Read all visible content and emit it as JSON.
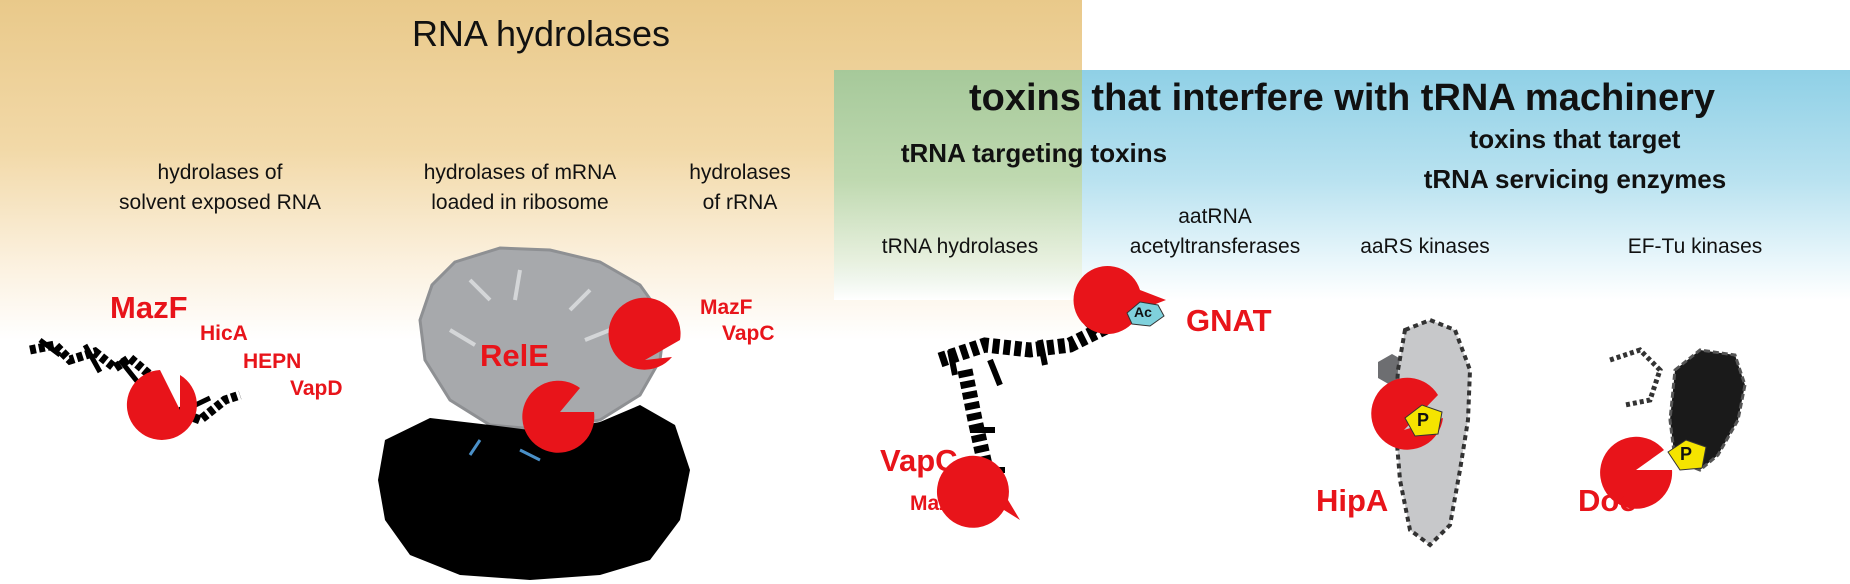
{
  "titles": {
    "rna_hydrolases": "RNA hydrolases",
    "trna_machinery": "toxins that interfere with tRNA machinery",
    "trna_targeting": "tRNA targeting toxins",
    "servicing_line1": "toxins that target",
    "servicing_line2": "tRNA servicing enzymes"
  },
  "categories": {
    "solvent_line1": "hydrolases of",
    "solvent_line2": "solvent exposed RNA",
    "ribosome_line1": "hydrolases of mRNA",
    "ribosome_line2": "loaded in ribosome",
    "rrna_line1": "hydrolases",
    "rrna_line2": "of rRNA",
    "trna_hydrolases": "tRNA hydrolases",
    "acetyl_line1": "aatRNA",
    "acetyl_line2": "acetyltransferases",
    "aars_kinases": "aaRS kinases",
    "eftu_kinases": "EF-Tu kinases"
  },
  "toxins": {
    "mazf_solvent": "MazF",
    "hica": "HicA",
    "hepn": "HEPN",
    "vapd": "VapD",
    "rele": "RelE",
    "mazf_rrna": "MazF",
    "vapc_rrna": "VapC",
    "gnat": "GNAT",
    "vapc_trna": "VapC",
    "mazf_trna": "MazF",
    "hipa": "HipA",
    "doc": "Doc"
  },
  "tags": {
    "acetyl": "Ac",
    "phospho_hipa": "P",
    "phospho_doc": "P"
  },
  "colors": {
    "toxin_red": "#e8141a",
    "rna_panel": "#e9c98a",
    "trna_panel": "#8fd0e6",
    "overlap_panel": "#a6c99a",
    "phospho_yellow": "#f5e400",
    "acetyl_blue": "#7fd1dc"
  }
}
